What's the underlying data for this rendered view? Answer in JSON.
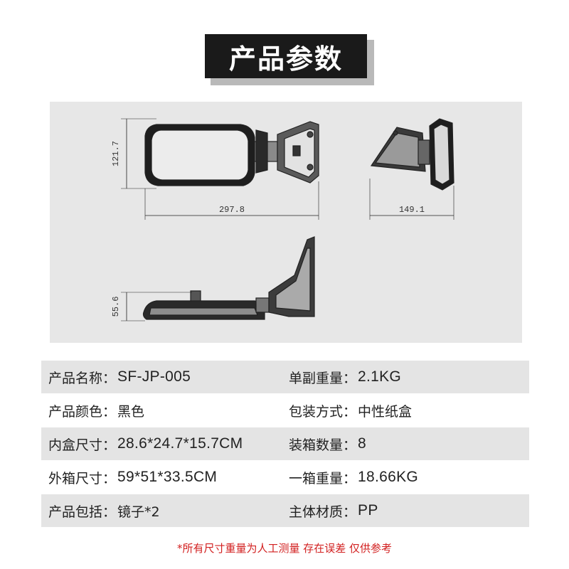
{
  "header": {
    "title": "产品参数"
  },
  "drawing": {
    "dim_height": "121.7",
    "dim_width": "297.8",
    "dim_depth": "149.1",
    "dim_thickness": "55.6"
  },
  "specs": {
    "rows": [
      {
        "left_label": "产品名称：",
        "left_value": "SF-JP-005",
        "right_label": "单副重量：",
        "right_value": "2.1KG"
      },
      {
        "left_label": "产品颜色：",
        "left_value": "黑色",
        "right_label": "包装方式：",
        "right_value": "中性纸盒"
      },
      {
        "left_label": "内盒尺寸：",
        "left_value": "28.6*24.7*15.7CM",
        "right_label": "装箱数量：",
        "right_value": "8"
      },
      {
        "left_label": "外箱尺寸：",
        "left_value": "59*51*33.5CM",
        "right_label": "一箱重量：",
        "right_value": "18.66KG"
      },
      {
        "left_label": "产品包括：",
        "left_value": "镜子*2",
        "right_label": "主体材质：",
        "right_value": "PP"
      }
    ]
  },
  "footer": {
    "note": "*所有尺寸重量为人工测量 存在误差 仅供参考"
  },
  "colors": {
    "title_bg": "#1a1a1a",
    "panel_bg": "#e7e7e7",
    "row_shade": "#e4e4e4",
    "note_red": "#d21f1f"
  }
}
